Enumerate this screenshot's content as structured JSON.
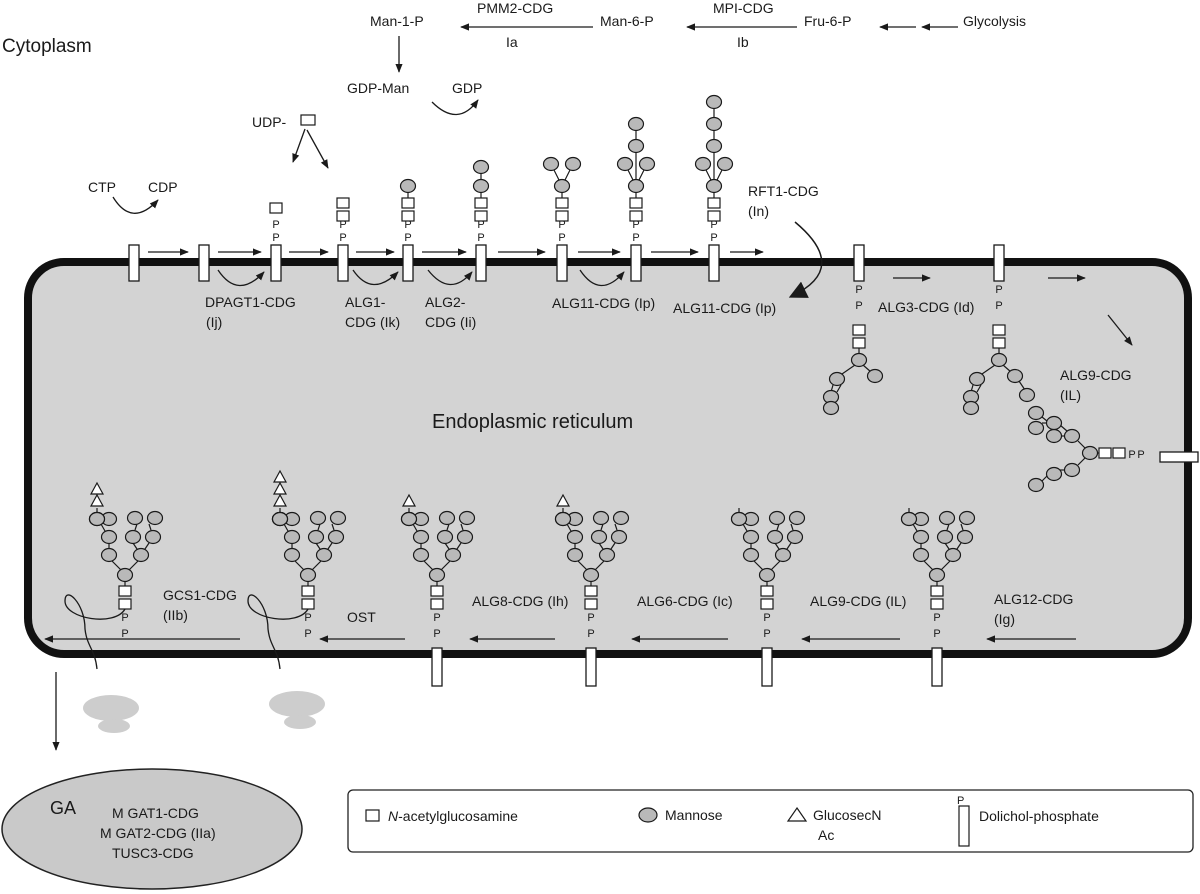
{
  "colors": {
    "er_fill": "#d3d3d3",
    "ga_fill": "#c9c9c9",
    "mannose_fill": "#b9b9b9",
    "ribosome_fill": "#cdcdcd",
    "stroke": "#1a1a1a"
  },
  "compartments": {
    "cytoplasm": "Cytoplasm",
    "er": "Endoplasmic reticulum",
    "ga": "GA",
    "ga_lines": [
      "M GAT1-CDG",
      "M GAT2-CDG (IIa)",
      "TUSC3-CDG"
    ]
  },
  "top_pathway": {
    "man1p": "Man-1-P",
    "pmm2": "PMM2-CDG",
    "ia": "Ia",
    "man6p": "Man-6-P",
    "mpi": "MPI-CDG",
    "ib": "Ib",
    "fru6p": "Fru-6-P",
    "glycolysis": "Glycolysis",
    "gdpman": "GDP-Man",
    "gdp": "GDP",
    "udp": "UDP-",
    "ctp": "CTP",
    "cdp": "CDP"
  },
  "enzymes": {
    "dpagt1": [
      "DPAGT1-CDG",
      "(Ij)"
    ],
    "alg1": [
      "ALG1-",
      "CDG (Ik)"
    ],
    "alg2": [
      "ALG2-",
      "CDG (Ii)"
    ],
    "alg11a": "ALG11-CDG (Ip)",
    "alg11b": "ALG11-CDG (Ip)",
    "rft1": [
      "RFT1-CDG",
      "(In)"
    ],
    "alg3": "ALG3-CDG (Id)",
    "alg9a": [
      "ALG9-CDG",
      "(IL)"
    ],
    "alg12": [
      "ALG12-CDG",
      "(Ig)"
    ],
    "alg9b": "ALG9-CDG (IL)",
    "alg6": "ALG6-CDG (Ic)",
    "alg8": "ALG8-CDG (Ih)",
    "ost": "OST",
    "gcs1": [
      "GCS1-CDG",
      "(IIb)"
    ]
  },
  "phosphate": "P",
  "legend": {
    "glcnac_prefix": "N",
    "glcnac_rest": "-acetylglucosamine",
    "mannose": "Mannose",
    "glucose_1": "GlucosecN",
    "glucose_2": "Ac",
    "dolichol": "Dolichol-phosphate",
    "dolichol_p": "P"
  }
}
